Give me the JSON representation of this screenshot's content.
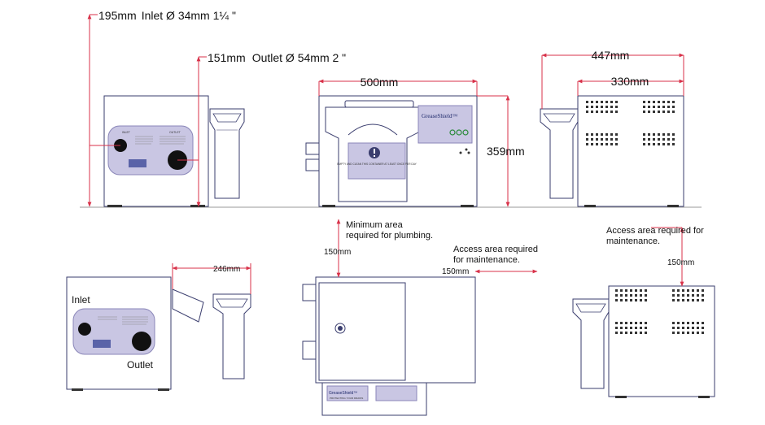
{
  "dimensions": {
    "inlet_height": "195mm",
    "inlet_spec": "Inlet Ø 34mm 1¼ \"",
    "outlet_height": "151mm",
    "outlet_spec": "Outlet Ø 54mm 2 \"",
    "width": "500mm",
    "height": "359mm",
    "total_depth": "447mm",
    "depth": "330mm",
    "basket_clearance": "246mm",
    "top_clearance": "150mm",
    "side_clearance": "150mm",
    "rear_clearance": "150mm"
  },
  "notes": {
    "plumbing_area": "Minimum area\nrequired for plumbing.",
    "maintenance_area": "Access area required\nfor maintenance.",
    "maintenance_area_right": "Access area required for\nmaintenance."
  },
  "labels": {
    "inlet": "Inlet",
    "outlet": "Outlet",
    "plate_inlet": "INLET",
    "plate_outlet": "OUTLET",
    "warning_text": "EMPTY AND CLEAN THIS CONTAINER AT LEAST ONCE PER DAY",
    "brand": "GreaseShield™",
    "brand_tagline": "PROTECTING YOUR DRAINS"
  },
  "colors": {
    "dimension_line": "#d8324a",
    "line_art": "#3a3d6e",
    "panel_fill": "#c9c6e3",
    "panel_stroke": "#8a86b8"
  }
}
